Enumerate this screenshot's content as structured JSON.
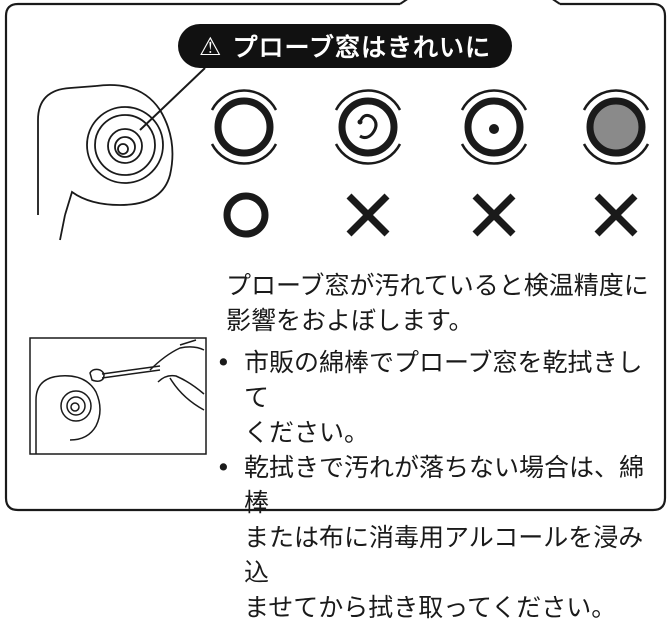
{
  "banner": {
    "icon": "warning-icon",
    "glyph": "⚠",
    "text": "プローブ窓はきれいに"
  },
  "window_examples": [
    {
      "state": "clean",
      "verdict": "○"
    },
    {
      "state": "smudge",
      "verdict": "×"
    },
    {
      "state": "spot",
      "verdict": "×"
    },
    {
      "state": "cloudy",
      "verdict": "×"
    }
  ],
  "verdict_correct_symbol": "○",
  "verdict_wrong_symbol": "×",
  "paragraph": [
    "プローブ窓が汚れていると検温精度に",
    "影響をおよぼします。"
  ],
  "bullets": [
    {
      "mark": "•",
      "lines": [
        "市販の綿棒でプローブ窓を乾拭きして",
        "ください。"
      ]
    },
    {
      "mark": "•",
      "lines": [
        "乾拭きで汚れが落ちない場合は、綿棒",
        "または布に消毒用アルコールを浸み込",
        "ませてから拭き取ってください。"
      ]
    }
  ]
}
